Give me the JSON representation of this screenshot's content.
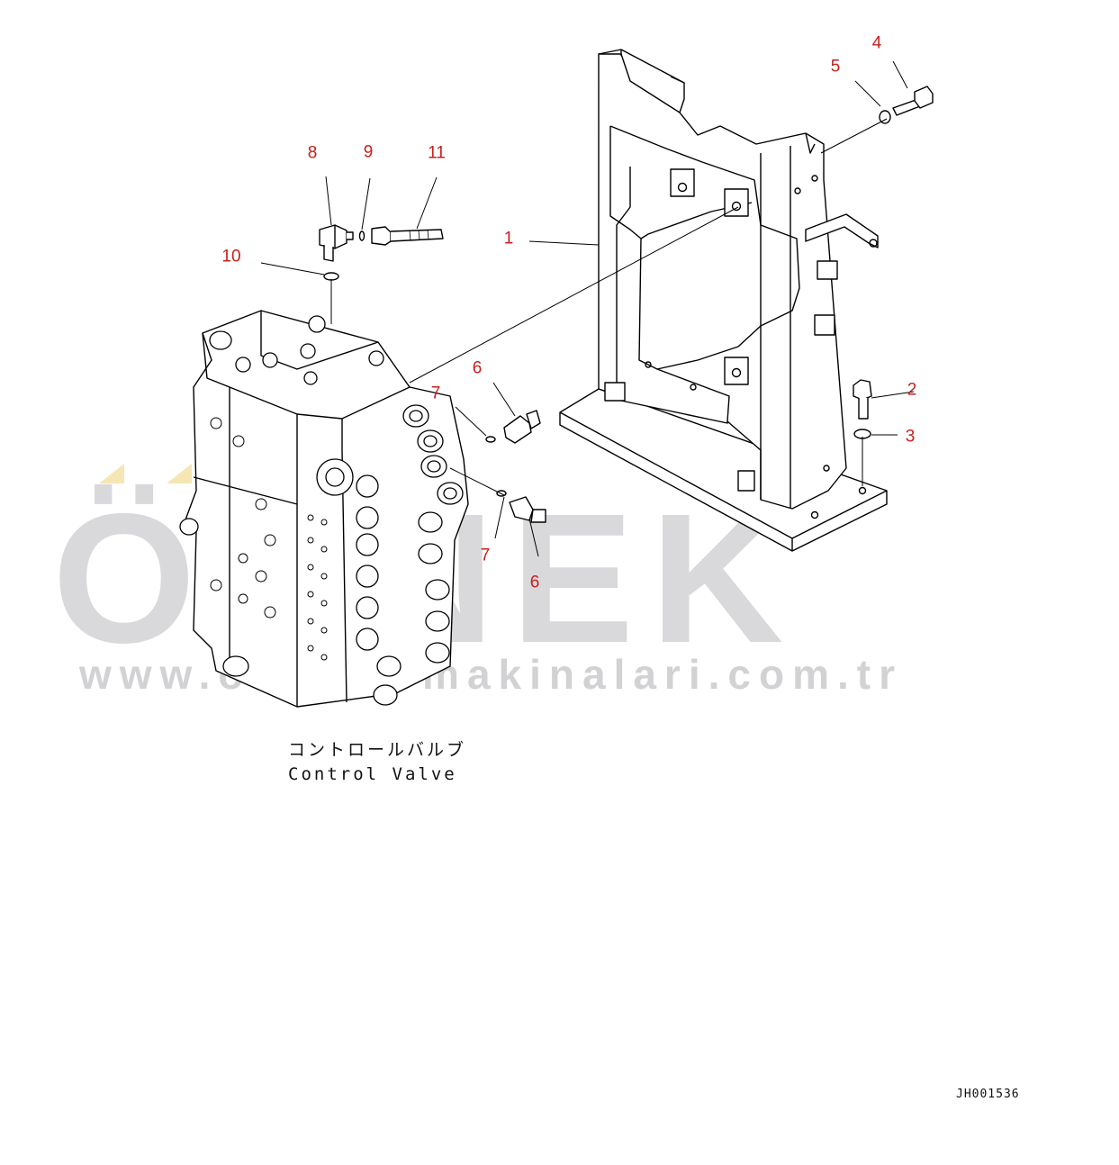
{
  "diagram": {
    "caption_jp": "コントロールバルブ",
    "caption_en": "Control Valve",
    "drawing_id": "JH001536",
    "callouts": [
      {
        "id": "c1",
        "label": "1"
      },
      {
        "id": "c2",
        "label": "2"
      },
      {
        "id": "c3",
        "label": "3"
      },
      {
        "id": "c4",
        "label": "4"
      },
      {
        "id": "c5",
        "label": "5"
      },
      {
        "id": "c6a",
        "label": "6"
      },
      {
        "id": "c6b",
        "label": "6"
      },
      {
        "id": "c7a",
        "label": "7"
      },
      {
        "id": "c7b",
        "label": "7"
      },
      {
        "id": "c8",
        "label": "8"
      },
      {
        "id": "c9",
        "label": "9"
      },
      {
        "id": "c10",
        "label": "10"
      },
      {
        "id": "c11",
        "label": "11"
      }
    ]
  },
  "watermark": {
    "brand": "ÖRNEK",
    "url": "www.ornekismakinalari.com.tr"
  },
  "colors": {
    "callout": "#c8201c",
    "line": "#000000",
    "watermark": "#d9d9dc",
    "watermark_accent": "#f5e6b3"
  }
}
